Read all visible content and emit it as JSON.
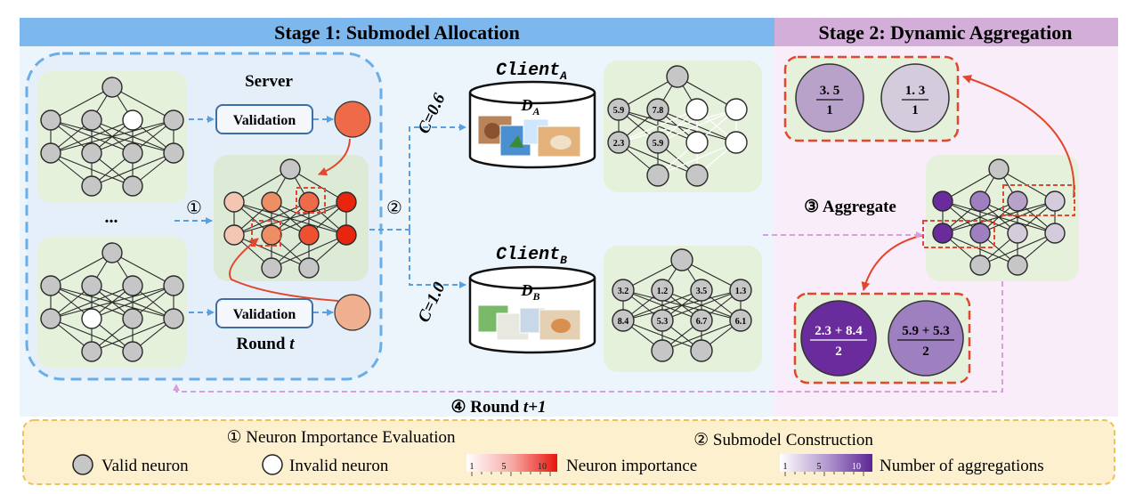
{
  "stage1": {
    "title": "Stage 1: Submodel Allocation"
  },
  "stage2": {
    "title": "Stage 2: Dynamic Aggregation"
  },
  "server": {
    "label": "Server",
    "round_prefix": "Round ",
    "round_var": "t"
  },
  "validation": {
    "label": "Validation"
  },
  "ellipsis": "...",
  "steps": {
    "one": "①",
    "two": "②",
    "three": "③ Aggregate",
    "four_prefix": "④ Round ",
    "four_var": "t+1"
  },
  "clients": {
    "a": {
      "name": "Client",
      "sub": "A",
      "data": "D",
      "data_sub": "A",
      "c_label": "C=0.6",
      "values": [
        "5.9",
        "7.8",
        "2.3",
        "5.9"
      ]
    },
    "b": {
      "name": "Client",
      "sub": "B",
      "data": "D",
      "data_sub": "B",
      "c_label": "C=1.0",
      "values": [
        "3.2",
        "1.2",
        "3.5",
        "1.3",
        "8.4",
        "5.3",
        "6.7",
        "6.1"
      ]
    }
  },
  "aggregation": {
    "top": [
      {
        "num": "3. 5",
        "den": "1"
      },
      {
        "num": "1. 3",
        "den": "1"
      }
    ],
    "bottom": [
      {
        "num": "2.3 + 8.4",
        "den": "2"
      },
      {
        "num": "5.9 + 5.3",
        "den": "2"
      }
    ]
  },
  "legend": {
    "step1": "① Neuron Importance Evaluation",
    "step2": "② Submodel Construction",
    "valid": "Valid neuron",
    "invalid": "Invalid neuron",
    "importance": "Neuron importance",
    "aggregations": "Number of aggregations",
    "ticks": [
      "1",
      "5",
      "10"
    ]
  },
  "colors": {
    "stage1_header": "#7cb7ee",
    "stage2_header": "#d3aed9",
    "importance_high": "#e82010",
    "aggregation_high": "#6a2c9c",
    "dashed_blue": "#6aaee8",
    "dashed_red": "#e2462c"
  }
}
